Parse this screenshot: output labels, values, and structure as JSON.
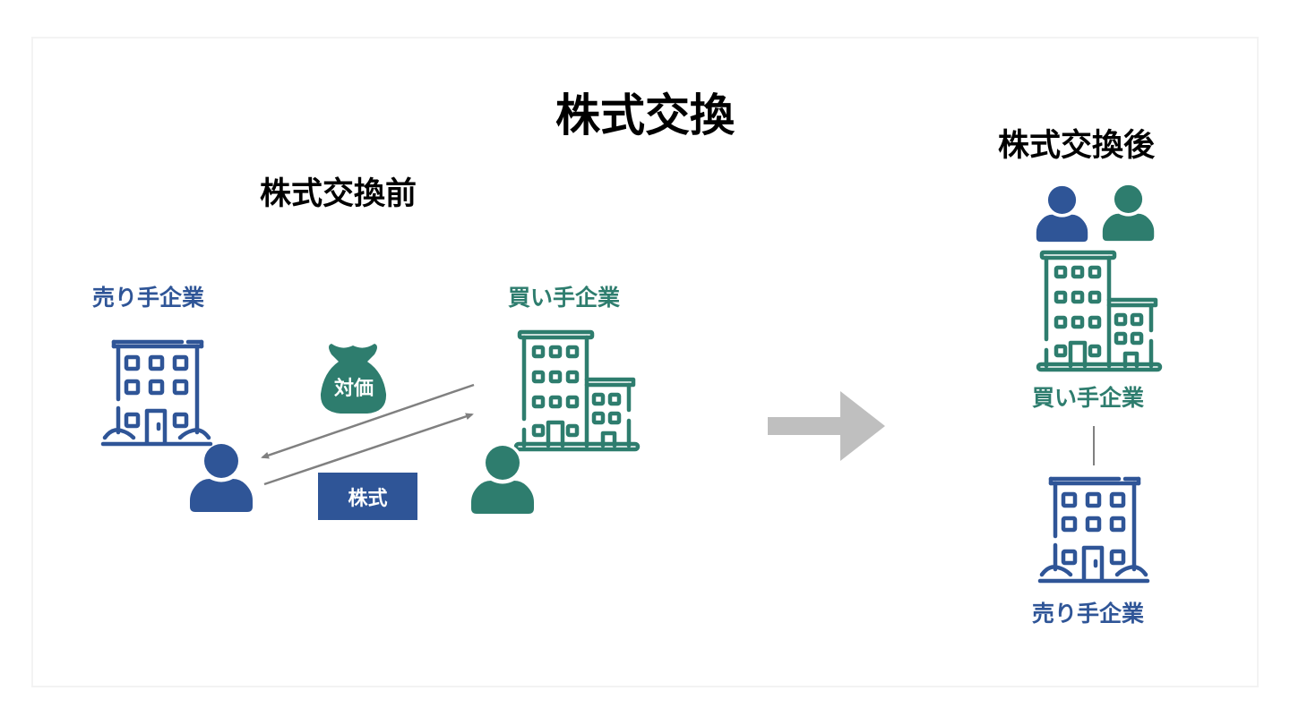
{
  "title": "株式交換",
  "before": {
    "heading": "株式交換前",
    "seller_label": "売り手企業",
    "buyer_label": "買い手企業",
    "consideration_label": "対価",
    "shares_label": "株式"
  },
  "after": {
    "heading": "株式交換後",
    "parent_label": "買い手企業",
    "subsidiary_label": "売り手企業"
  },
  "icons": {
    "seller_building": "office-building-icon",
    "buyer_building": "office-complex-icon",
    "person": "person-icon",
    "money_bag": "money-bag-icon",
    "transition_arrow": "right-arrow-icon"
  },
  "colors": {
    "seller": "#2f5597",
    "buyer": "#2e7d6e",
    "arrow": "#808080",
    "transition_arrow": "#bfbfbf",
    "text": "#000000"
  }
}
